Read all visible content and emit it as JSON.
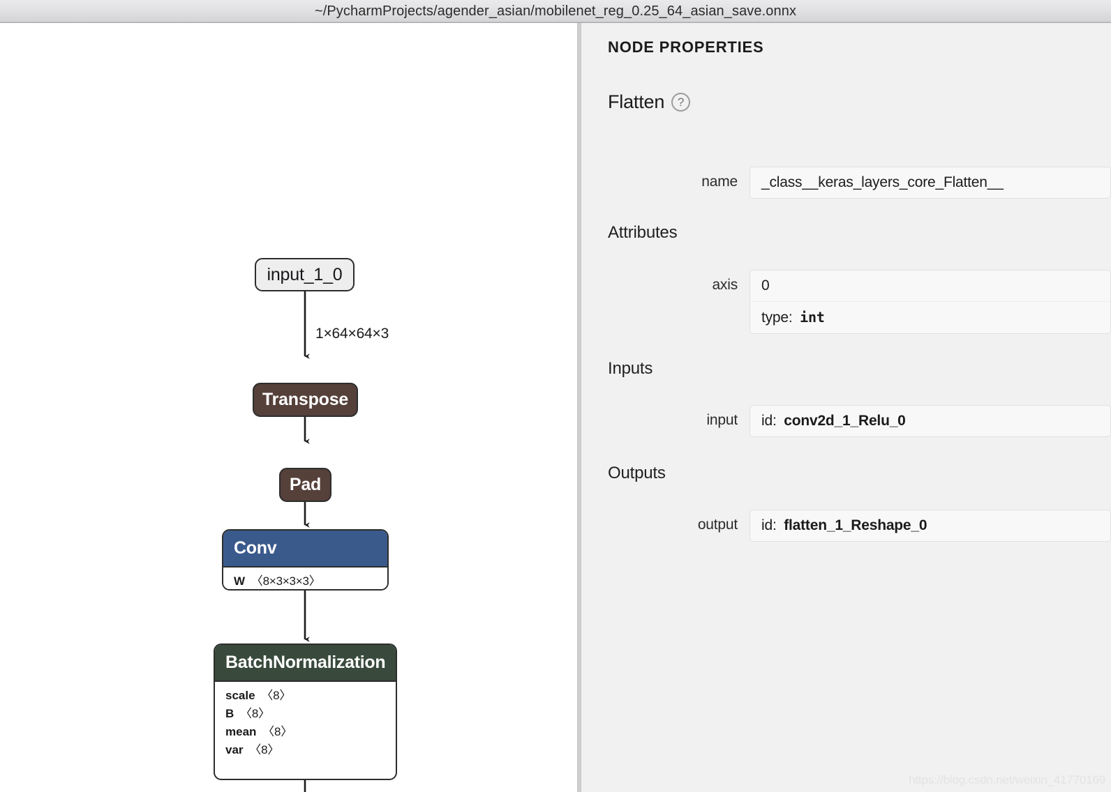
{
  "window": {
    "title": "~/PycharmProjects/agender_asian/mobilenet_reg_0.25_64_asian_save.onnx"
  },
  "colors": {
    "canvas_background": "#ffffff",
    "panel_background": "#f1f1f1",
    "node_io_fill": "#eeeeee",
    "node_brown": "#55403a",
    "node_blue": "#3a5a8c",
    "node_green": "#394a3c",
    "node_border": "#2d2d2d",
    "edge_stroke": "#1b1b1b"
  },
  "graph": {
    "nodes": [
      {
        "id": "input_1_0",
        "label": "input_1_0",
        "kind": "io",
        "color": "#eeeeee"
      },
      {
        "id": "transpose",
        "label": "Transpose",
        "kind": "simple",
        "color": "#55403a"
      },
      {
        "id": "pad",
        "label": "Pad",
        "kind": "simple",
        "color": "#55403a"
      },
      {
        "id": "conv",
        "label": "Conv",
        "kind": "block",
        "color": "#3a5a8c",
        "attributes": [
          {
            "key": "W",
            "value": "〈8×3×3×3〉"
          }
        ]
      },
      {
        "id": "batchnormalization",
        "label": "BatchNormalization",
        "kind": "block",
        "color": "#394a3c",
        "attributes": [
          {
            "key": "scale",
            "value": "〈8〉"
          },
          {
            "key": "B",
            "value": "〈8〉"
          },
          {
            "key": "mean",
            "value": "〈8〉"
          },
          {
            "key": "var",
            "value": "〈8〉"
          }
        ]
      }
    ],
    "edges": [
      {
        "from": "input_1_0",
        "to": "transpose",
        "label": "1×64×64×3"
      },
      {
        "from": "transpose",
        "to": "pad",
        "label": ""
      },
      {
        "from": "pad",
        "to": "conv",
        "label": ""
      },
      {
        "from": "conv",
        "to": "batchnormalization",
        "label": ""
      },
      {
        "from": "batchnormalization",
        "to": "",
        "label": ""
      }
    ]
  },
  "sidebar": {
    "panel_title": "NODE PROPERTIES",
    "node_type": "Flatten",
    "help_icon_glyph": "?",
    "name_field": {
      "label": "name",
      "value": "_class__keras_layers_core_Flatten__"
    },
    "attributes_section": {
      "heading": "Attributes",
      "items": [
        {
          "label": "axis",
          "value": "0",
          "type_prefix": "type:",
          "type_value": "int"
        }
      ]
    },
    "inputs_section": {
      "heading": "Inputs",
      "items": [
        {
          "label": "input",
          "id_prefix": "id:",
          "id_value": "conv2d_1_Relu_0"
        }
      ]
    },
    "outputs_section": {
      "heading": "Outputs",
      "items": [
        {
          "label": "output",
          "id_prefix": "id:",
          "id_value": "flatten_1_Reshape_0"
        }
      ]
    }
  },
  "watermark": "https://blog.csdn.net/weixin_41770169"
}
